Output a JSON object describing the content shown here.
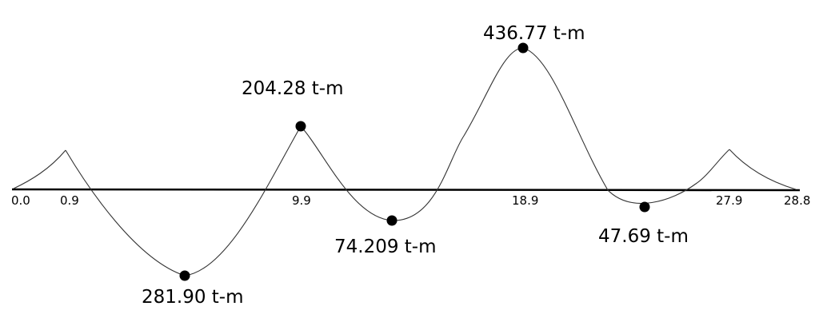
{
  "stations": [
    "0.0",
    "0.9",
    "9.9",
    "18.9",
    "27.9",
    "28.8"
  ],
  "moment_labels": {
    "span1": "281.90 t-m",
    "support_9_9": "204.28 t-m",
    "span2": "74.209 t-m",
    "support_18_9": "436.77 t-m",
    "span3": "47.69 t-m"
  },
  "colors": {
    "line": "#000000",
    "curve": "#333333"
  }
}
